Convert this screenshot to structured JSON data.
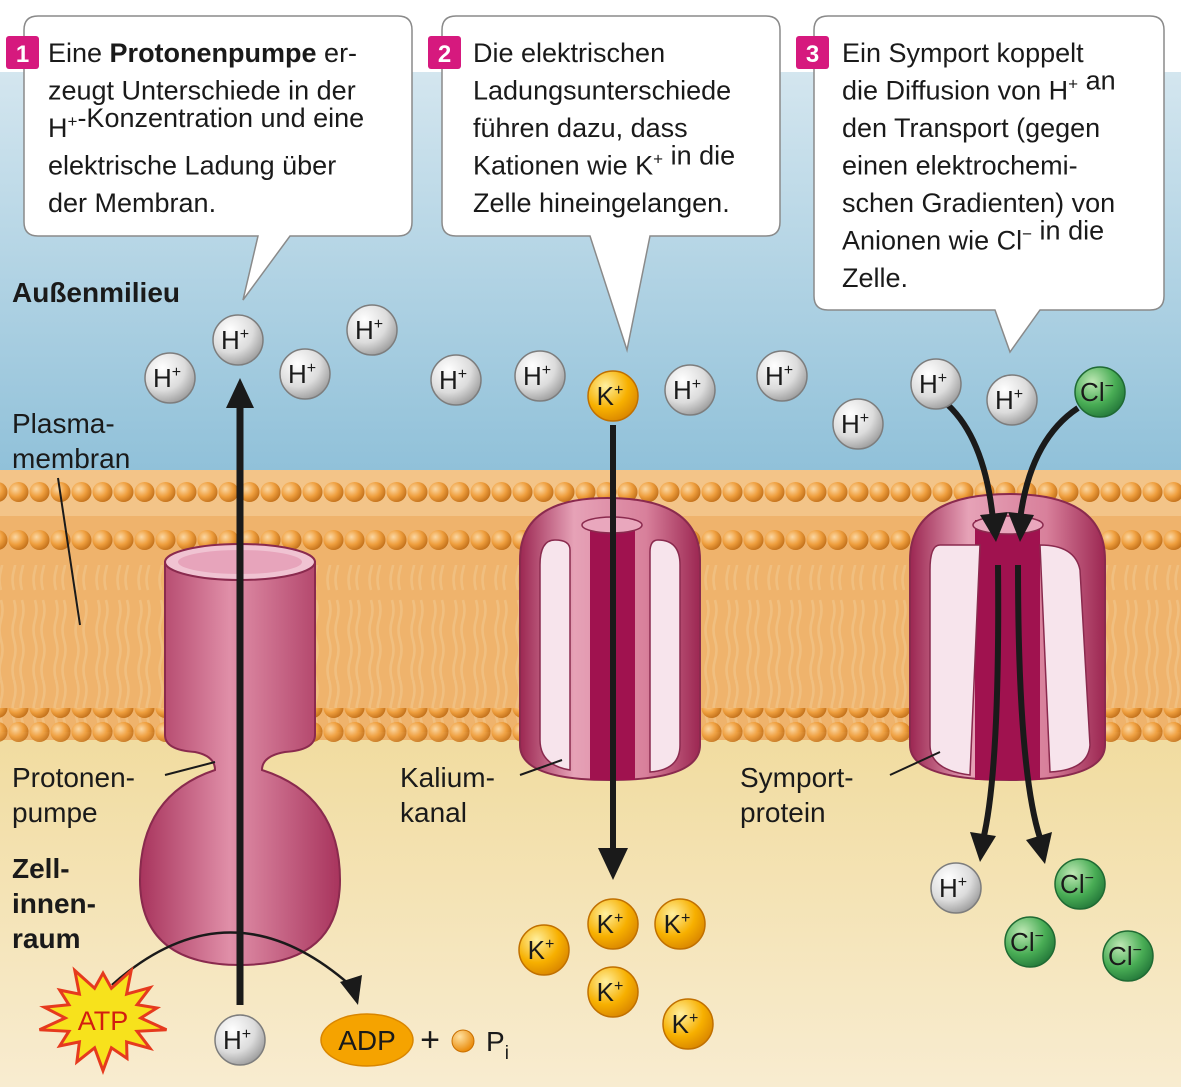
{
  "callouts": [
    {
      "number": "1",
      "lines": [
        [
          {
            "t": "Eine "
          },
          {
            "t": "Protonenpumpe",
            "b": true
          },
          {
            "t": " er-"
          }
        ],
        [
          {
            "t": "zeugt Unterschiede in der"
          }
        ],
        [
          {
            "t": "H"
          },
          {
            "t": "+",
            "sup": true
          },
          {
            "t": "-Konzentration und eine"
          }
        ],
        [
          {
            "t": "elektrische Ladung über"
          }
        ],
        [
          {
            "t": "der Membran."
          }
        ]
      ]
    },
    {
      "number": "2",
      "lines": [
        [
          {
            "t": "Die elektrischen"
          }
        ],
        [
          {
            "t": "Ladungsunterschiede"
          }
        ],
        [
          {
            "t": "führen dazu, dass"
          }
        ],
        [
          {
            "t": "Kationen wie K"
          },
          {
            "t": "+",
            "sup": true
          },
          {
            "t": " in die"
          }
        ],
        [
          {
            "t": "Zelle hineingelangen."
          }
        ]
      ]
    },
    {
      "number": "3",
      "lines": [
        [
          {
            "t": "Ein Symport koppelt"
          }
        ],
        [
          {
            "t": "die Diffusion von H"
          },
          {
            "t": "+",
            "sup": true
          },
          {
            "t": " an"
          }
        ],
        [
          {
            "t": "den Transport (gegen"
          }
        ],
        [
          {
            "t": "einen elektrochemi-"
          }
        ],
        [
          {
            "t": "schen Gradienten) von"
          }
        ],
        [
          {
            "t": "Anionen wie Cl"
          },
          {
            "t": "−",
            "sup": true
          },
          {
            "t": " in die"
          }
        ],
        [
          {
            "t": "Zelle."
          }
        ]
      ]
    }
  ],
  "labels": {
    "outside": "Außenmilieu",
    "membrane_1": "Plasma-",
    "membrane_2": "membran",
    "pump_1": "Protonen-",
    "pump_2": "pumpe",
    "inside_1": "Zell-",
    "inside_2": "innen-",
    "inside_3": "raum",
    "channel_1": "Kalium-",
    "channel_2": "kanal",
    "symport_1": "Symport-",
    "symport_2": "protein",
    "atp": "ATP",
    "adp": "ADP",
    "plus": "+",
    "pi_main": "P",
    "pi_sub": "i"
  },
  "ions": {
    "h": {
      "base": "H",
      "charge": "+"
    },
    "k": {
      "base": "K",
      "charge": "+"
    },
    "cl": {
      "base": "Cl",
      "charge": "−"
    }
  },
  "colors": {
    "outside_top": "#cfe4ee",
    "outside_bottom": "#8dbfd8",
    "inside_top": "#f3dfa8",
    "inside_bottom": "#f8ebc8",
    "lipid_head": "#e8942f",
    "lipid_tail": "#f2c389",
    "protein": "#c94f74",
    "protein_dark": "#8c1647",
    "protein_light": "#f6dde6",
    "callout_number_bg": "#d6197e",
    "potassium": "#f5a300",
    "chloride": "#3aa04b",
    "proton": "#d9d9d9"
  }
}
